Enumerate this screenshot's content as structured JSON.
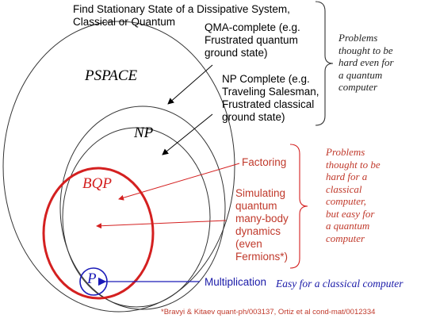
{
  "labels": {
    "stationary_state": "Find Stationary State of a Dissipative System,\nClassical or Quantum",
    "pspace": "PSPACE",
    "qma_complete": "QMA-complete (e.g.\nFrustrated quantum\nground state)",
    "np_complete": "NP Complete (e.g.\nTraveling Salesman,\nFrustrated classical\nground state)",
    "np": "NP",
    "bqp": "BQP",
    "p": "P",
    "factoring": "Factoring",
    "simulating": "Simulating\nquantum\nmany-body\ndynamics\n(even\nFermions*)",
    "multiplication": "Multiplication"
  },
  "notes": {
    "hard_quantum": "Problems\nthought to be\nhard even for\na quantum\ncomputer",
    "hard_classical_easy_quantum": "Problems\nthought to be\nhard for a\nclassical\ncomputer,\nbut easy for\na quantum\ncomputer",
    "easy_classical": "Easy for a classical computer"
  },
  "footnote": "*Bravyi & Kitaev quant-ph/003137, Ortiz et al cond-mat/0012334",
  "colors": {
    "outline": "#333333",
    "bqp": "#d42020",
    "p": "#1a1ab8",
    "red_text": "#c0392b",
    "blue_text": "#1a1aa8"
  }
}
